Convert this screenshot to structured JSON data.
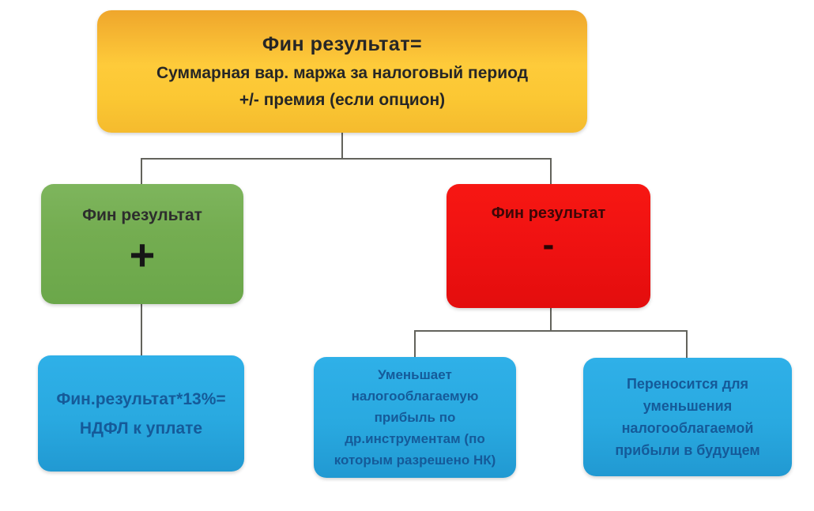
{
  "flowchart": {
    "root": {
      "line1": "Фин результат=",
      "line2": "Суммарная вар. маржа за налоговый период",
      "line3": "+/- премия (если опцион)"
    },
    "positive_branch": {
      "label": "Фин результат",
      "sign": "+"
    },
    "negative_branch": {
      "label": "Фин результат",
      "sign": "-"
    },
    "positive_outcome": {
      "text": "Фин.результат*13%=\nНДФЛ к уплате"
    },
    "negative_outcome_left": {
      "text": "Уменьшает\nналогооблагаемую\nприбыль по\nдр.инструментам (по\nкоторым разрешено НК)"
    },
    "negative_outcome_right": {
      "text": "Переносится для\nуменьшения\nналогооблагаемой\nприбыли в будущем"
    },
    "colors": {
      "root_box": "#fbc330",
      "root_box_top": "#efa62c",
      "positive_box": "#72ac50",
      "negative_box": "#ee1111",
      "outcome_box": "#29a9e0",
      "outcome_text": "#155a99",
      "dark_text": "#262626",
      "connector": "#63635c",
      "background": "#ffffff"
    }
  }
}
